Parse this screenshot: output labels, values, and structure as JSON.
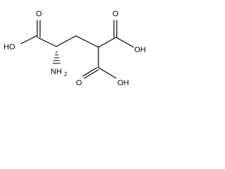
{
  "structure": {
    "labels": {
      "left_oh": "HO",
      "amine": "NH",
      "amine_subscript": "2",
      "right_oh": "OH",
      "bottom_oh": "OH",
      "left_carbonyl_o": "O",
      "right_carbonyl_o": "O",
      "bottom_carbonyl_o": "O"
    }
  }
}
